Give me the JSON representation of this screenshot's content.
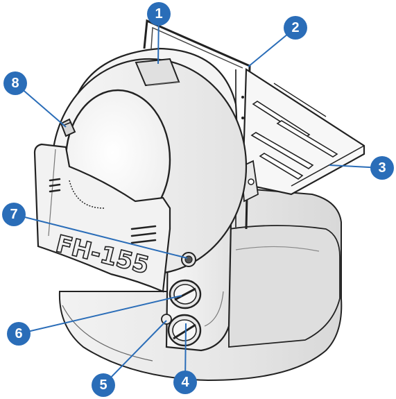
{
  "model_label": "FH-155",
  "accent_color": "#2a6db8",
  "callouts": [
    {
      "label": "1"
    },
    {
      "label": "2"
    },
    {
      "label": "3"
    },
    {
      "label": "4"
    },
    {
      "label": "5"
    },
    {
      "label": "6"
    },
    {
      "label": "7"
    },
    {
      "label": "8"
    }
  ]
}
